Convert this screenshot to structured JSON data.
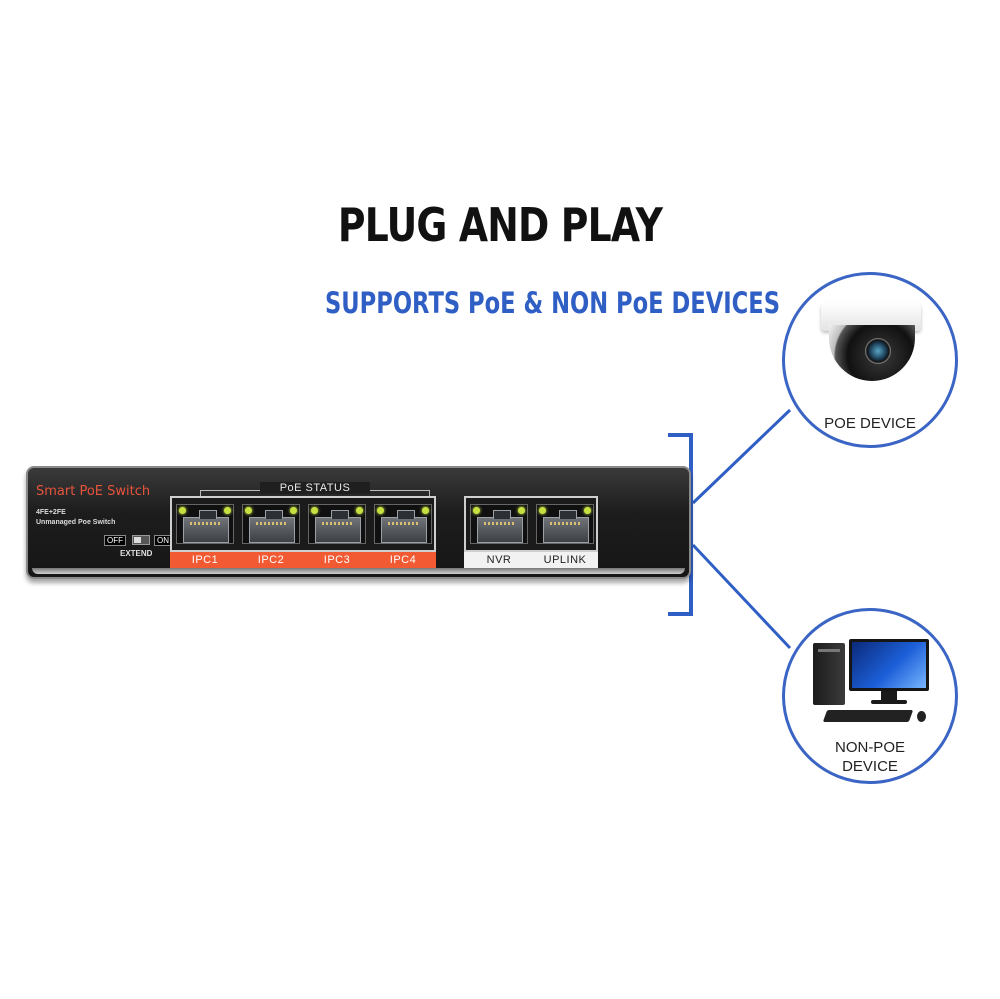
{
  "headline": "PLUG AND PLAY",
  "subheadline": "SUPPORTS PoE & NON PoE DEVICES",
  "switch": {
    "brand": "Smart PoE  Switch",
    "model_line1": "4FE+2FE",
    "model_line2": "Unmanaged Poe Switch",
    "toggle_off": "OFF",
    "toggle_on": "ON",
    "toggle_label": "EXTEND",
    "poe_status": "PoE STATUS",
    "poe_ports": [
      "IPC1",
      "IPC2",
      "IPC3",
      "IPC4"
    ],
    "uplink_ports": [
      "NVR",
      "UPLINK"
    ]
  },
  "devices": {
    "poe_label": "POE DEVICE",
    "non_poe_label_line1": "NON-POE",
    "non_poe_label_line2": "DEVICE"
  },
  "colors": {
    "accent_blue": "#2f5fc4",
    "port_label_orange": "#f15a33",
    "brand_red": "#e6543c"
  },
  "icons": {
    "camera": "dome-camera-icon",
    "computer": "desktop-computer-icon"
  }
}
